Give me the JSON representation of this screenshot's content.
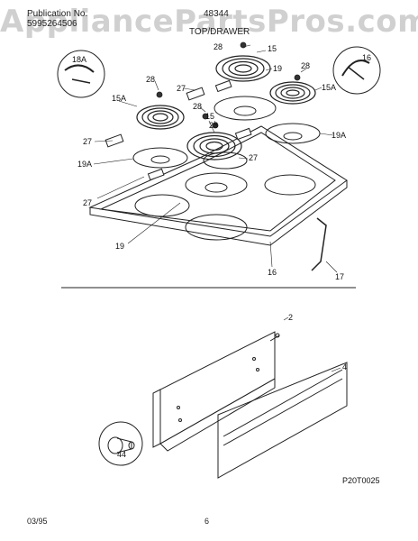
{
  "header": {
    "publication_label": "Publication No.",
    "publication_number": "5995264506",
    "model": "48344",
    "section_title": "TOP/DRAWER"
  },
  "watermark": "AppliancePartsPros.com",
  "callouts": {
    "c2": "2",
    "c4": "4",
    "c15a": "15",
    "c15b": "15",
    "c15A": "15A",
    "c15A2": "15A",
    "c16": "16",
    "c16b": "16",
    "c17": "17",
    "c18A": "18A",
    "c19": "19",
    "c19b": "19",
    "c19A": "19A",
    "c19A2": "19A",
    "c27a": "27",
    "c27b": "27",
    "c27c": "27",
    "c27d": "27",
    "c28a": "28",
    "c28b": "28",
    "c28c": "28",
    "c28d": "28",
    "c28e": "28",
    "c44": "44"
  },
  "drawing_code": "P20T0025",
  "footer": {
    "date": "03/95",
    "page": "6"
  },
  "colors": {
    "line": "#222222",
    "watermark": "#969696"
  }
}
